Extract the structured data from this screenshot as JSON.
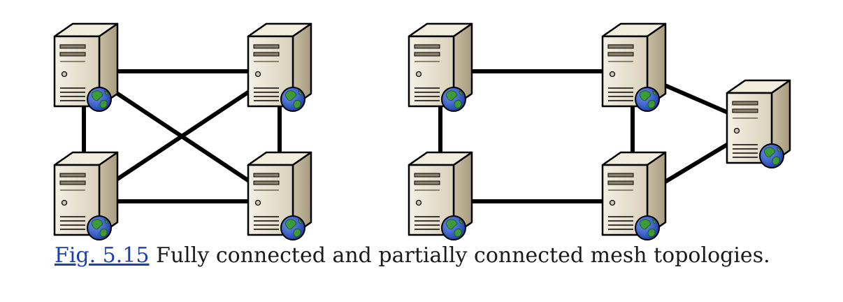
{
  "caption": {
    "link_text": "Fig. 5.15",
    "text": " Fully connected and partially connected mesh topologies."
  },
  "colors": {
    "link": "#1a3fb0",
    "edge": "#000000",
    "server_front": "#e6e0cf",
    "server_side": "#b9ae92",
    "globe_ocean": "#2f56c8",
    "globe_land": "#3c9a3a"
  },
  "topologies": [
    {
      "name": "fully-connected",
      "nodes": [
        "A",
        "B",
        "C",
        "D"
      ],
      "edges": [
        [
          "A",
          "B"
        ],
        [
          "A",
          "C"
        ],
        [
          "A",
          "D"
        ],
        [
          "B",
          "C"
        ],
        [
          "B",
          "D"
        ],
        [
          "C",
          "D"
        ]
      ]
    },
    {
      "name": "partially-connected",
      "nodes": [
        "A",
        "B",
        "C",
        "D",
        "E"
      ],
      "edges": [
        [
          "A",
          "B"
        ],
        [
          "A",
          "C"
        ],
        [
          "C",
          "D"
        ],
        [
          "B",
          "D"
        ],
        [
          "B",
          "E"
        ],
        [
          "D",
          "E"
        ]
      ]
    }
  ],
  "icons": {
    "server": "server-icon",
    "globe": "globe-icon"
  }
}
